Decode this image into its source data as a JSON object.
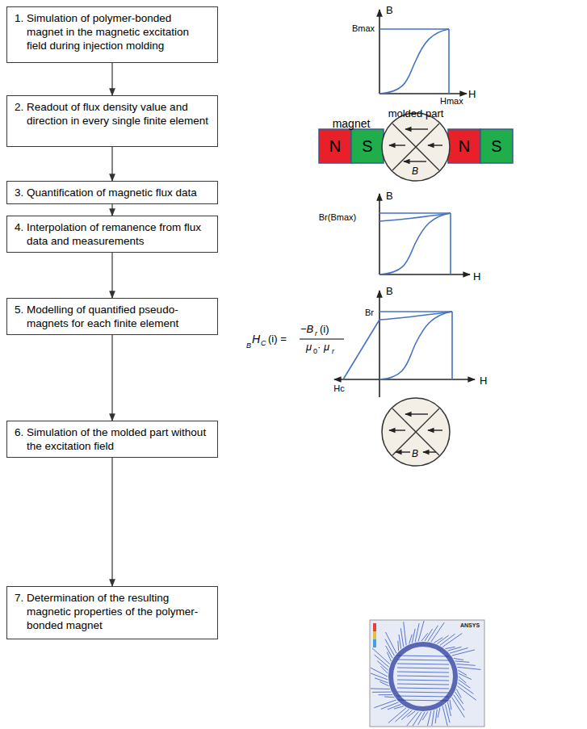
{
  "diagram": {
    "nodes": [
      {
        "text": [
          "1. Simulation of polymer-bonded magnet in the magnetic excitation field during injection molding"
        ]
      },
      {
        "text": [
          "2. Readout of flux density value and direction in every single finite element"
        ]
      },
      {
        "text": [
          "3. Quantification of magnetic flux data"
        ]
      },
      {
        "text": [
          "4. Interpolation of remanence from flux data and measurements"
        ]
      },
      {
        "text": [
          "5. Modelling of quantified pseudo-magnets for each finite element"
        ]
      },
      {
        "text": [
          "6. Simulation of the molded part without the excitation field"
        ]
      },
      {
        "text": [
          "7. Determination of the resulting magnetic properties of the polymer-bonded magnet"
        ]
      }
    ],
    "edges": [
      {
        "from": 0,
        "to": 1,
        "arrow": "to"
      },
      {
        "from": 1,
        "to": 2,
        "arrow": "to"
      },
      {
        "from": 2,
        "to": 3,
        "arrow": "to"
      },
      {
        "from": 3,
        "to": 4,
        "arrow": "to"
      },
      {
        "from": 4,
        "to": 5,
        "arrow": "to"
      },
      {
        "from": 5,
        "to": 6,
        "arrow": "to"
      }
    ],
    "labels": [
      "B",
      "Bmax",
      "Hmax",
      "H",
      "molded part",
      "magnet",
      "N",
      "S",
      "N",
      "S",
      "B",
      "B",
      "Br(Bmax)",
      "H",
      "B",
      "Br",
      "Hc",
      "H",
      "B",
      "H",
      "C",
      "(i) =",
      "−B",
      "r",
      "(i)",
      "μ",
      "0",
      "· μ",
      "r",
      "B",
      "ANSYS"
    ]
  }
}
